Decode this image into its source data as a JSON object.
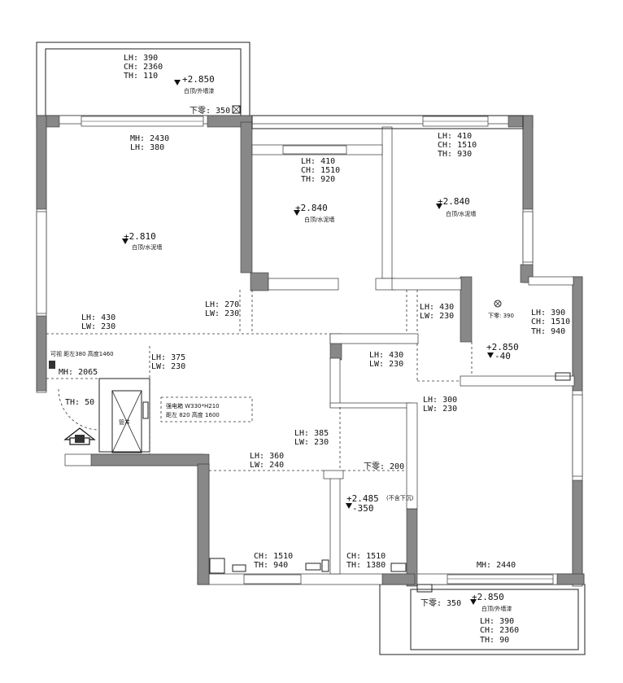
{
  "rooms": [
    {
      "id": "balcony-top",
      "lines": [
        "LH: 390",
        "CH: 2360",
        "TH: 110"
      ],
      "elev": "+2.850",
      "finish": "白顶/外墙漆",
      "extra": "下零: 350"
    },
    {
      "id": "living",
      "lines": [
        "MH: 2430",
        "LH: 380"
      ],
      "elev": "+2.810",
      "finish": "白顶/水泥墙"
    },
    {
      "id": "bed-mid",
      "lines": [
        "LH: 410",
        "CH: 1510",
        "TH: 920"
      ],
      "elev": "+2.840",
      "finish": "白顶/水泥墙"
    },
    {
      "id": "bed-right",
      "lines": [
        "LH: 410",
        "CH: 1510",
        "TH: 930"
      ],
      "elev": "+2.840",
      "finish": "白顶/水泥墙"
    },
    {
      "id": "bath-right",
      "lines": [
        "LH: 390",
        "CH: 1510",
        "TH: 940"
      ],
      "elev": "+2.850",
      "elev2": "-40",
      "extra": "下零: 390"
    },
    {
      "id": "balcony-bottom",
      "lines": [
        "LH: 390",
        "CH: 2360",
        "TH: 90"
      ],
      "elev": "+2.850",
      "finish": "白顶/外墙漆",
      "extra": "下零: 350"
    },
    {
      "id": "bath-lower",
      "lines": [
        "CH: 1510",
        "TH: 1380"
      ],
      "elev": "+2.485",
      "elev_note": "(不含下沉)",
      "elev2": "-350",
      "extra": "下零: 200"
    },
    {
      "id": "room-lower-left",
      "lines": [
        "CH: 1510",
        "TH: 940"
      ]
    }
  ],
  "door_labels": [
    {
      "id": "d1",
      "lines": [
        "LH: 270",
        "LW: 230"
      ]
    },
    {
      "id": "d2",
      "lines": [
        "LH: 430",
        "LW: 230"
      ]
    },
    {
      "id": "d3",
      "lines": [
        "LH: 430",
        "LW: 230"
      ]
    },
    {
      "id": "d4",
      "lines": [
        "LH: 375",
        "LW: 230"
      ]
    },
    {
      "id": "d5",
      "lines": [
        "LH: 430",
        "LW: 230"
      ]
    },
    {
      "id": "d6",
      "lines": [
        "LH: 300",
        "LW: 230"
      ]
    },
    {
      "id": "d7",
      "lines": [
        "LH: 385",
        "LW: 230"
      ]
    },
    {
      "id": "d8",
      "lines": [
        "LH: 360",
        "LW: 240"
      ]
    }
  ],
  "entry": {
    "mh": "MH: 2065",
    "th": "TH: 50",
    "visual": "可视  距左380  高度1460",
    "meter_line1": "强电箱 W330*H210",
    "meter_line2": "距左 820  高度 1600",
    "shaft": "管井",
    "mh_bottom": "MH: 2440"
  }
}
